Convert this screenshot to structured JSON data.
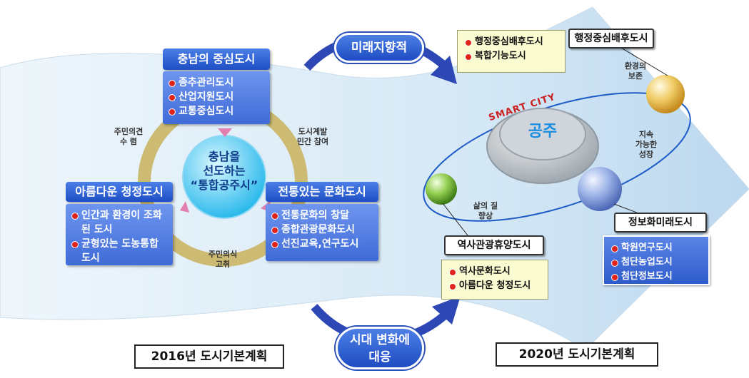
{
  "arrows": {
    "top_label": "미래지향적",
    "bottom_label_line1": "시대 변화에",
    "bottom_label_line2": "대응"
  },
  "left_plan": {
    "label": "2016년 도시기본계획",
    "center_text_line1": "충남을",
    "center_text_line2": "선도하는",
    "center_text_line3": "“통합공주시”",
    "top_block": {
      "title": "충남의 중심도시",
      "items": [
        "종추관리도시",
        "산업지원도시",
        "교통중심도시"
      ]
    },
    "left_block": {
      "title": "아름다운 청정도시",
      "items": [
        "인간과 환경이 조화된 도시",
        "균형있는 도농통합도시"
      ]
    },
    "right_block": {
      "title": "전통있는 문화도시",
      "items": [
        "전통문화의 창달",
        "종합관광문화도시",
        "선진교육,연구도시"
      ]
    },
    "ring_labels": {
      "top_left_line1": "주민의견",
      "top_left_line2": "수 렴",
      "top_right_line1": "도시계발",
      "top_right_line2": "민간 참여",
      "bottom_line1": "주민의식",
      "bottom_line2": "고취"
    }
  },
  "right_plan": {
    "label": "2020년 도시기본계획",
    "hub_text": "공주",
    "hub_ring_text": "SMART CITY",
    "admin_block": {
      "title": "행정중심배후도시",
      "items": [
        "행정중심배후도시",
        "복합기능도시"
      ]
    },
    "info_block": {
      "title": "정보화미래도시",
      "items": [
        "학원연구도시",
        "첨단농업도시",
        "첨단정보도시"
      ]
    },
    "history_block": {
      "title": "역사관광휴양도시",
      "items": [
        "역사문화도시",
        "아름다운 청정도시"
      ]
    },
    "orbit_labels": {
      "env_line1": "환경의",
      "env_line2": "보존",
      "sustain_line1": "지속",
      "sustain_line2": "가능한",
      "sustain_line3": "성장",
      "quality_line1": "삶의 질",
      "quality_line2": "향상"
    }
  },
  "colors": {
    "arrow": "#dfeef8",
    "header_blue": "#2a5ad0",
    "bullet_red": "#e0241c",
    "ring_tan": "#cdbb73",
    "hub_blue": "#1a8ee0"
  }
}
